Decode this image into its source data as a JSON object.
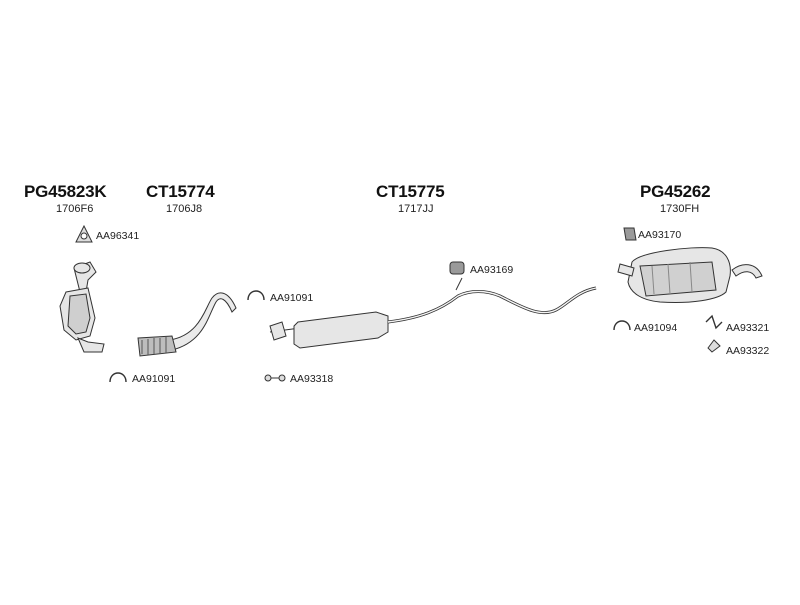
{
  "groups": [
    {
      "part": "PG45823K",
      "oe": "1706F6"
    },
    {
      "part": "CT15774",
      "oe": "1706J8"
    },
    {
      "part": "CT15775",
      "oe": "1717JJ"
    },
    {
      "part": "PG45262",
      "oe": "1730FH"
    }
  ],
  "accessories": {
    "cat_gasket": "AA96341",
    "cat_clamp": "AA91091",
    "flex_clamp": "AA91091",
    "mid_bolts": "AA93318",
    "mid_rubber": "AA93169",
    "rear_hanger": "AA93170",
    "rear_clamp": "AA91094",
    "rear_bracket_a": "AA93321",
    "rear_bracket_b": "AA93322"
  },
  "colors": {
    "stroke": "#333333",
    "fill": "#e8e8e8",
    "dark": "#9a9a9a"
  }
}
